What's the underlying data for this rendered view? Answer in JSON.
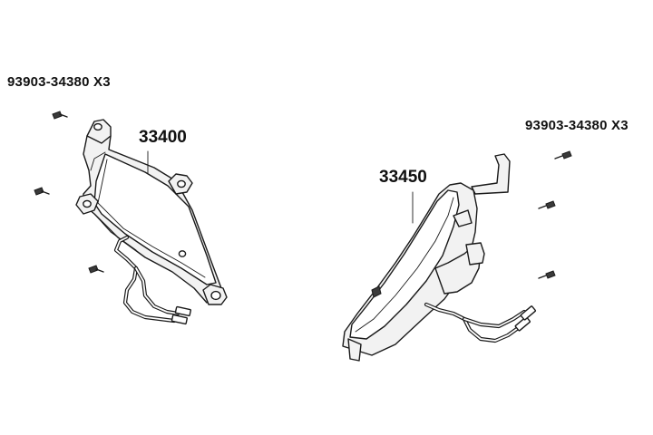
{
  "diagram": {
    "labels": {
      "screw_left": "93903-34380 X3",
      "screw_right": "93903-34380 X3",
      "part_left": "33400",
      "part_right": "33450"
    }
  }
}
